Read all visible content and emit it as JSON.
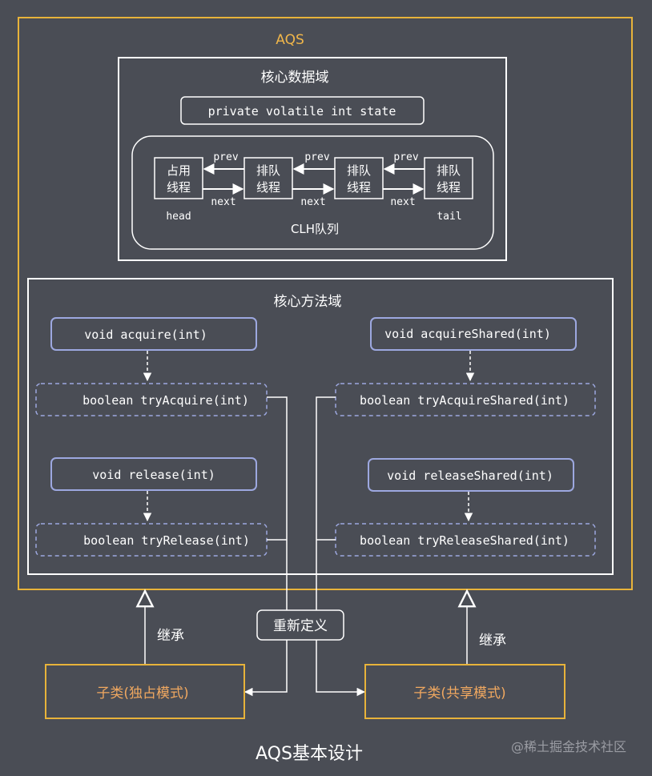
{
  "aqs_label": "AQS",
  "data_domain": {
    "title": "核心数据域",
    "state_field": "private volatile int state",
    "queue_label": "CLH队列",
    "nodes": [
      {
        "line1": "占用",
        "line2": "线程",
        "tag": "head"
      },
      {
        "line1": "排队",
        "line2": "线程",
        "tag": ""
      },
      {
        "line1": "排队",
        "line2": "线程",
        "tag": ""
      },
      {
        "line1": "排队",
        "line2": "线程",
        "tag": "tail"
      }
    ],
    "prev_label": "prev",
    "next_label": "next"
  },
  "method_domain": {
    "title": "核心方法域",
    "acquire": "void acquire(int)",
    "try_acquire": "boolean tryAcquire(int)",
    "release": "void release(int)",
    "try_release": "boolean tryRelease(int)",
    "acquire_shared": "void acquireShared(int)",
    "try_acquire_shared": "boolean tryAcquireShared(int)",
    "release_shared": "void releaseShared(int)",
    "try_release_shared": "boolean tryReleaseShared(int)"
  },
  "redefine_label": "重新定义",
  "inherit_label": "继承",
  "subclass_exclusive": "子类(独占模式)",
  "subclass_shared": "子类(共享模式)",
  "caption": "AQS基本设计",
  "watermark": "@稀土掘金技术社区",
  "colors": {
    "background": "#4a4d55",
    "aqs_border": "#e8b33a",
    "aqs_text": "#f0b64a",
    "method_border": "#9da8e0",
    "white": "#ffffff",
    "subclass_text": "#f0a860"
  }
}
